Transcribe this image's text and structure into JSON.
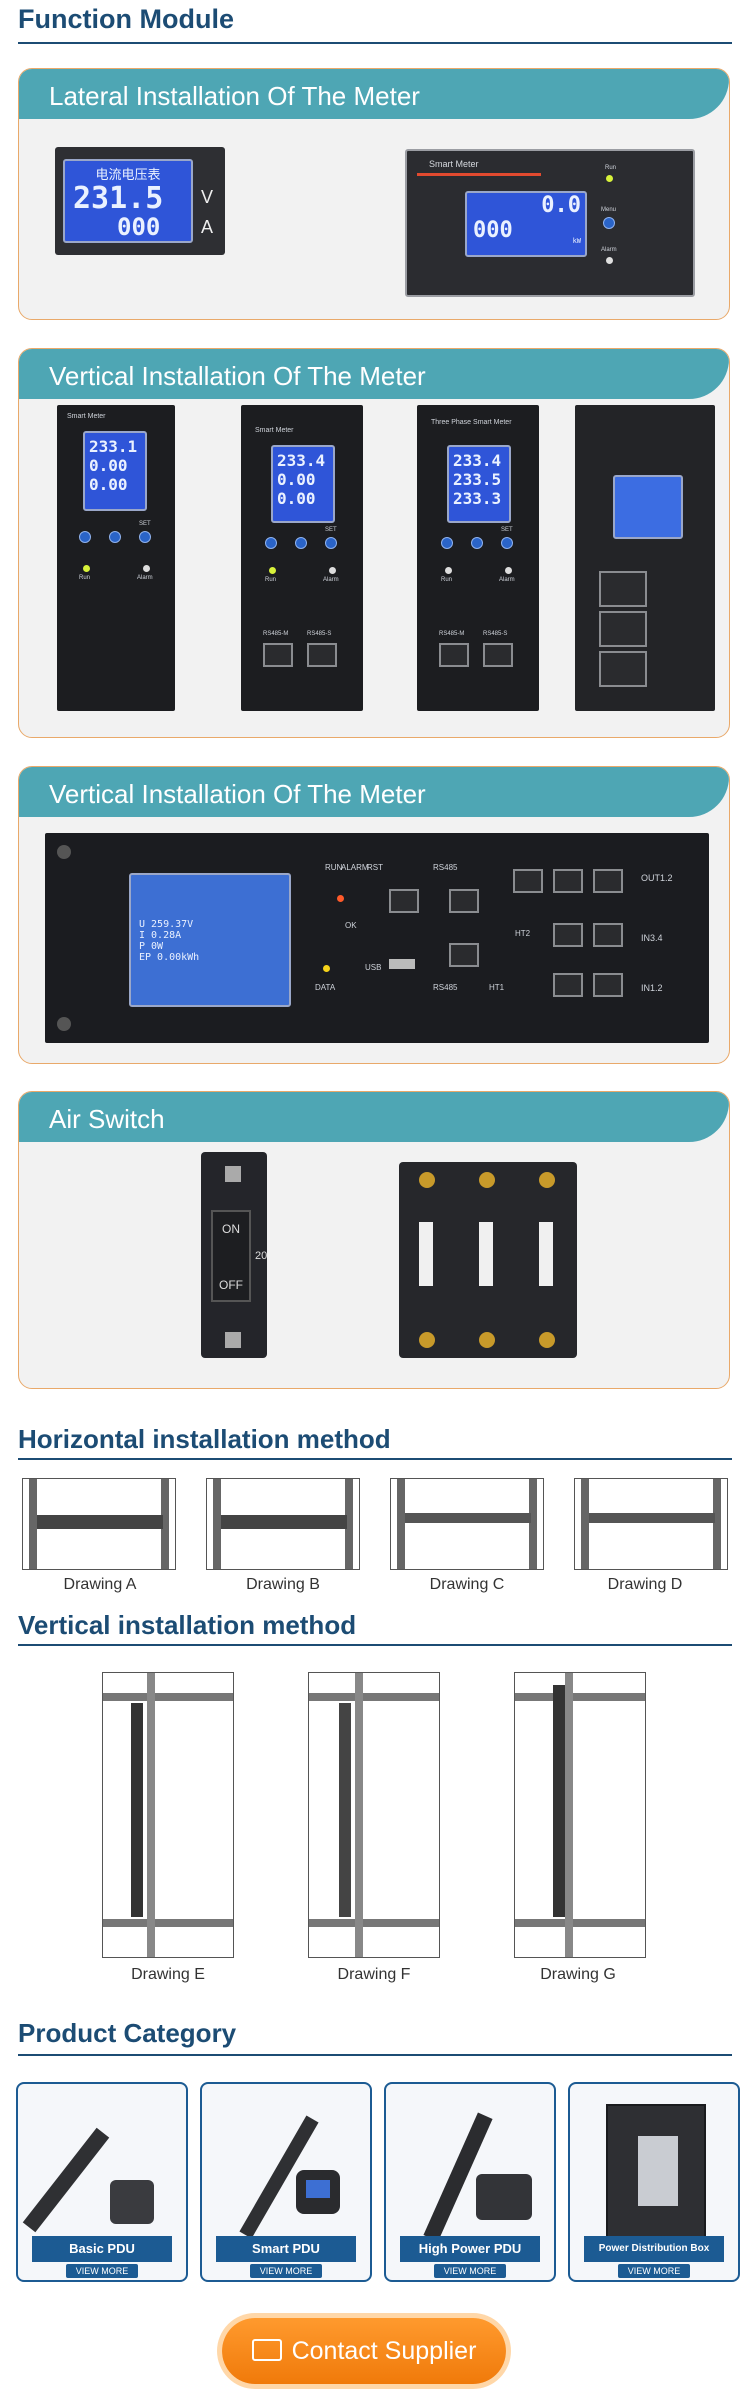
{
  "function_module": {
    "title": "Function Module",
    "cards": [
      {
        "header": "Lateral Installation Of The Meter"
      },
      {
        "header": "Vertical Installation Of The Meter"
      },
      {
        "header": "Vertical Installation Of The Meter"
      },
      {
        "header": "Air Switch"
      }
    ]
  },
  "meter_lateral": {
    "chinese_label": "电流电压表",
    "voltage": "231.5",
    "current": "000",
    "unit_v": "V",
    "unit_a": "A",
    "smart_meter_label": "Smart Meter",
    "run_label": "Run",
    "menu_label": "Menu",
    "alarm_label": "Alarm",
    "readout_top": "0.0",
    "readout_bottom": "000",
    "unit_kw": "kW"
  },
  "meter_vertical": {
    "panel1": {
      "label": "Smart Meter",
      "lines": [
        "233.1",
        "0.00",
        "0.00"
      ],
      "set": "SET",
      "run": "Run",
      "alarm": "Alarm"
    },
    "panel2": {
      "label": "Smart Meter",
      "lines": [
        "233.4",
        "0.00",
        "0.00"
      ],
      "set": "SET",
      "run": "Run",
      "alarm": "Alarm",
      "port_a": "RS485-M",
      "port_b": "RS485-S"
    },
    "panel3": {
      "label": "Three Phase Smart Meter",
      "lines": [
        "233.4",
        "233.5",
        "233.3"
      ],
      "set": "SET",
      "run": "Run",
      "alarm": "Alarm",
      "port_a": "RS485-M",
      "port_b": "RS485-S"
    }
  },
  "meter_wide": {
    "lcd_lines": [
      "U    259.37V",
      "I    0.28A",
      "P    0W",
      "EP   0.00kWh"
    ],
    "labels": [
      "DATA",
      "RUN",
      "ALARM",
      "RST",
      "OK",
      "USB",
      "RS485",
      "RS485",
      "HT1",
      "HT2",
      "IN1.2",
      "IN3.4",
      "OUT1.2"
    ]
  },
  "air_switch": {
    "on": "ON",
    "off": "OFF",
    "rating": "20"
  },
  "horizontal": {
    "title": "Horizontal installation method",
    "captions": [
      "Drawing A",
      "Drawing B",
      "Drawing C",
      "Drawing D"
    ]
  },
  "vertical": {
    "title": "Vertical installation method",
    "captions": [
      "Drawing E",
      "Drawing F",
      "Drawing G"
    ]
  },
  "product_category": {
    "title": "Product Category",
    "items": [
      {
        "label": "Basic PDU",
        "more": "VIEW MORE"
      },
      {
        "label": "Smart PDU",
        "more": "VIEW MORE"
      },
      {
        "label": "High Power PDU",
        "more": "VIEW MORE"
      },
      {
        "label": "Power Distribution Box",
        "more": "VIEW MORE"
      }
    ]
  },
  "contact": {
    "label": "Contact Supplier"
  }
}
